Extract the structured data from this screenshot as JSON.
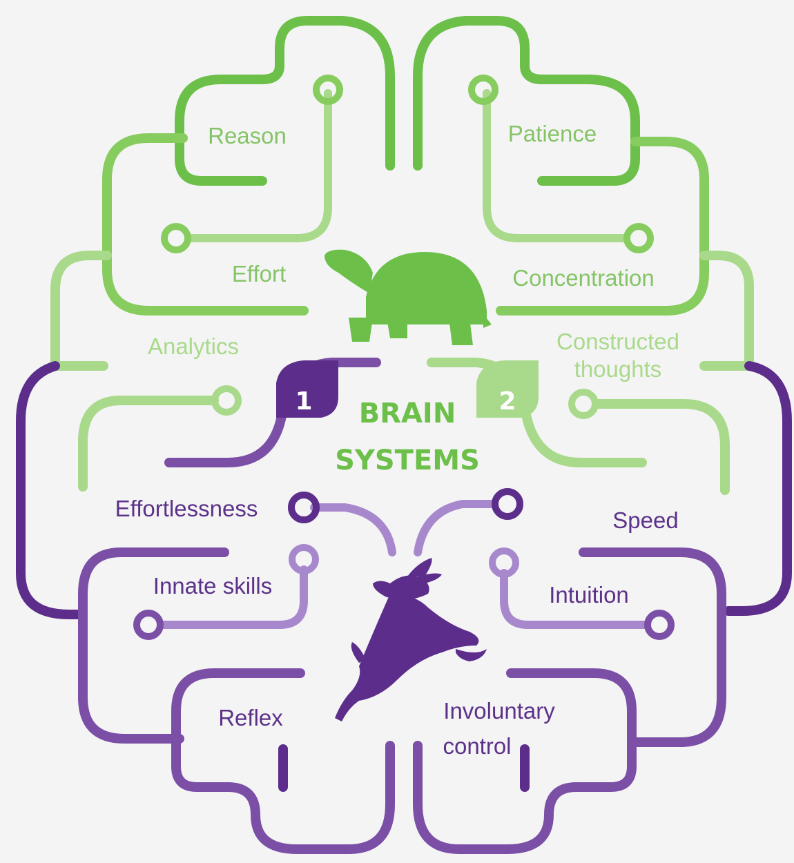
{
  "colors": {
    "green_dark": "#6cc04a",
    "green_mid": "#87cc5e",
    "green_light": "#a9d98a",
    "green_text": "#85c466",
    "purple_dark": "#5c2d8a",
    "purple_mid": "#7b4fa6",
    "purple_light": "#a888cc",
    "purple_text": "#5c3189",
    "background": "#f4f4f5"
  },
  "title": {
    "line1": "BRAIN",
    "line2": "SYSTEMS"
  },
  "badges": {
    "system1": "1",
    "system2": "2"
  },
  "icons": {
    "system2_icon": "turtle-icon",
    "system1_icon": "rabbit-icon"
  },
  "system2_traits": {
    "reason": "Reason",
    "patience": "Patience",
    "effort": "Effort",
    "concentration": "Concentration",
    "analytics": "Analytics",
    "constructed_line1": "Constructed",
    "constructed_line2": "thoughts"
  },
  "system1_traits": {
    "effortlessness": "Effortlessness",
    "speed": "Speed",
    "innate_skills": "Innate skills",
    "intuition": "Intuition",
    "reflex": "Reflex",
    "involuntary_line1": "Involuntary",
    "involuntary_line2": "control"
  }
}
